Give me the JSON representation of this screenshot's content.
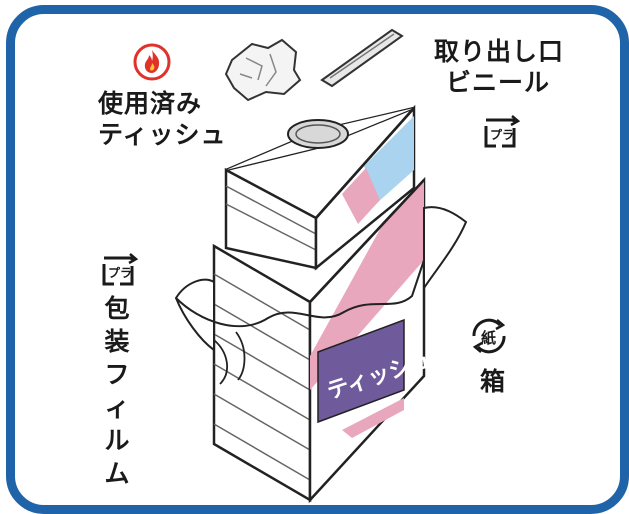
{
  "labels": {
    "tissue": [
      "使用済み",
      "ティッシュ"
    ],
    "vinyl": [
      "取り出し口",
      "ビニール"
    ],
    "film": [
      "包",
      "装",
      "フ",
      "ィ",
      "ル",
      "ム"
    ],
    "box": "箱"
  },
  "marks": {
    "plastic": "プラ",
    "paper": "紙"
  },
  "box_print": "ティッシュ",
  "colors": {
    "frame": "#1f63a8",
    "fire": "#e0312a",
    "box_blue": "#a9d3ee",
    "box_pink": "#e9a7bd",
    "label_purple": "#6f5a9c"
  }
}
